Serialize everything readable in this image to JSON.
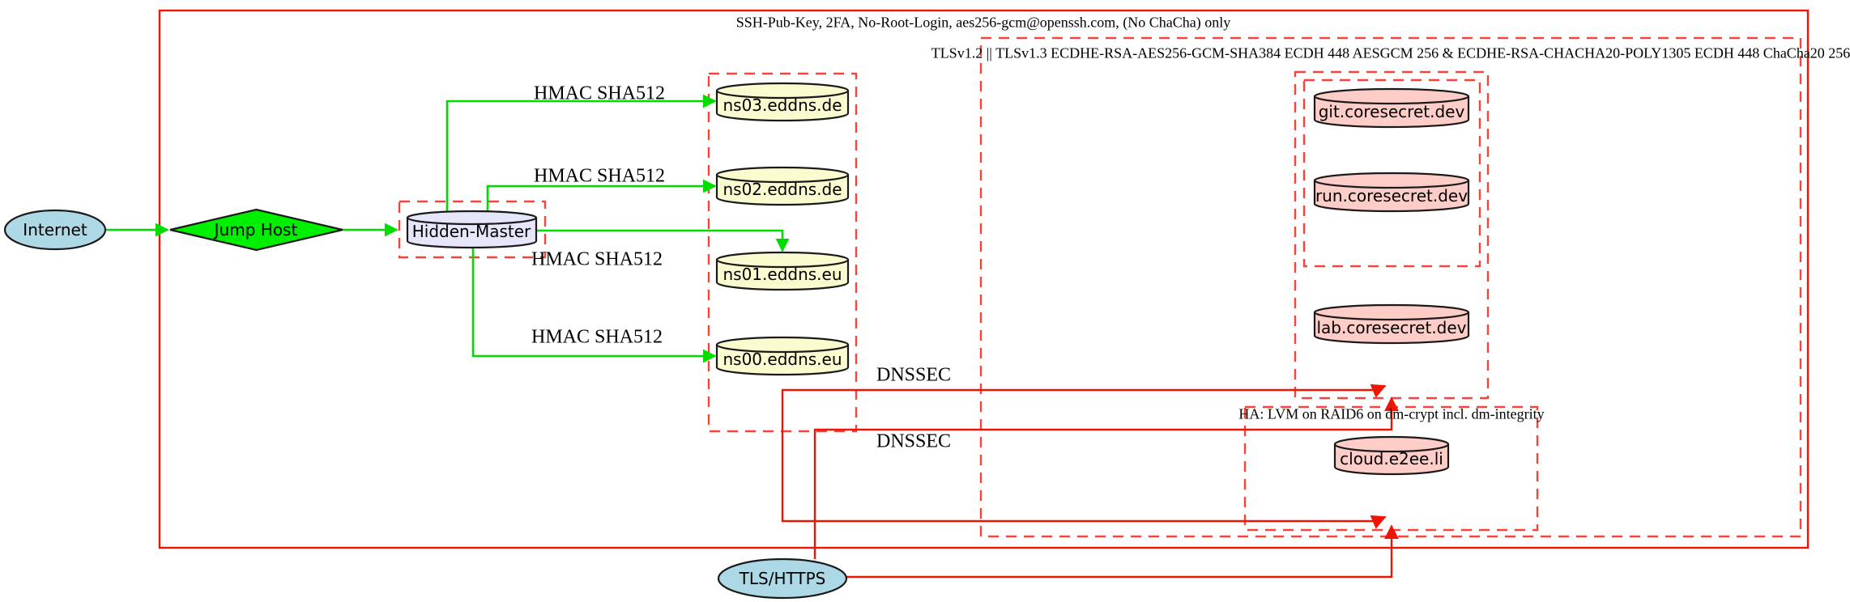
{
  "clusters": {
    "ssh": {
      "label": "SSH-Pub-Key, 2FA, No-Root-Login, aes256-gcm@openssh.com, (No ChaCha) only"
    },
    "tls": {
      "label": "TLSv1.2 || TLSv1.3 ECDHE-RSA-AES256-GCM-SHA384 ECDH 448 AESGCM 256 & ECDHE-RSA-CHACHA20-POLY1305 ECDH 448 ChaCha20 256"
    },
    "ha": {
      "label": "HA: LVM on RAID6 on dm-crypt incl. dm-integrity"
    }
  },
  "nodes": {
    "internet": {
      "label": "Internet",
      "shape": "ellipse",
      "fill": "#add8e6"
    },
    "jump_host": {
      "label": "Jump Host",
      "shape": "diamond",
      "fill": "#00ef00"
    },
    "hidden_master": {
      "label": "Hidden-Master",
      "shape": "cylinder",
      "fill": "#e6e6fa"
    },
    "ns03": {
      "label": "ns03.eddns.de",
      "shape": "cylinder",
      "fill": "#fbfbd0"
    },
    "ns02": {
      "label": "ns02.eddns.de",
      "shape": "cylinder",
      "fill": "#fbfbd0"
    },
    "ns01": {
      "label": "ns01.eddns.eu",
      "shape": "cylinder",
      "fill": "#fbfbd0"
    },
    "ns00": {
      "label": "ns00.eddns.eu",
      "shape": "cylinder",
      "fill": "#fbfbd0"
    },
    "git": {
      "label": "git.coresecret.dev",
      "shape": "cylinder",
      "fill": "#ffcdc8"
    },
    "run": {
      "label": "run.coresecret.dev",
      "shape": "cylinder",
      "fill": "#ffcdc8"
    },
    "lab": {
      "label": "lab.coresecret.dev",
      "shape": "cylinder",
      "fill": "#ffcdc8"
    },
    "cloud": {
      "label": "cloud.e2ee.li",
      "shape": "cylinder",
      "fill": "#ffcdc8"
    },
    "tls_https": {
      "label": "TLS/HTTPS",
      "shape": "ellipse",
      "fill": "#add8e6"
    }
  },
  "edge_labels": {
    "hmac": "HMAC SHA512",
    "dnssec": "DNSSEC"
  },
  "colors": {
    "edge_green": "#00dc00",
    "edge_red": "#ee1505",
    "cluster_dashed_red": "#f4453c",
    "node_border": "#1a1a1a",
    "background": "#ffffff"
  }
}
